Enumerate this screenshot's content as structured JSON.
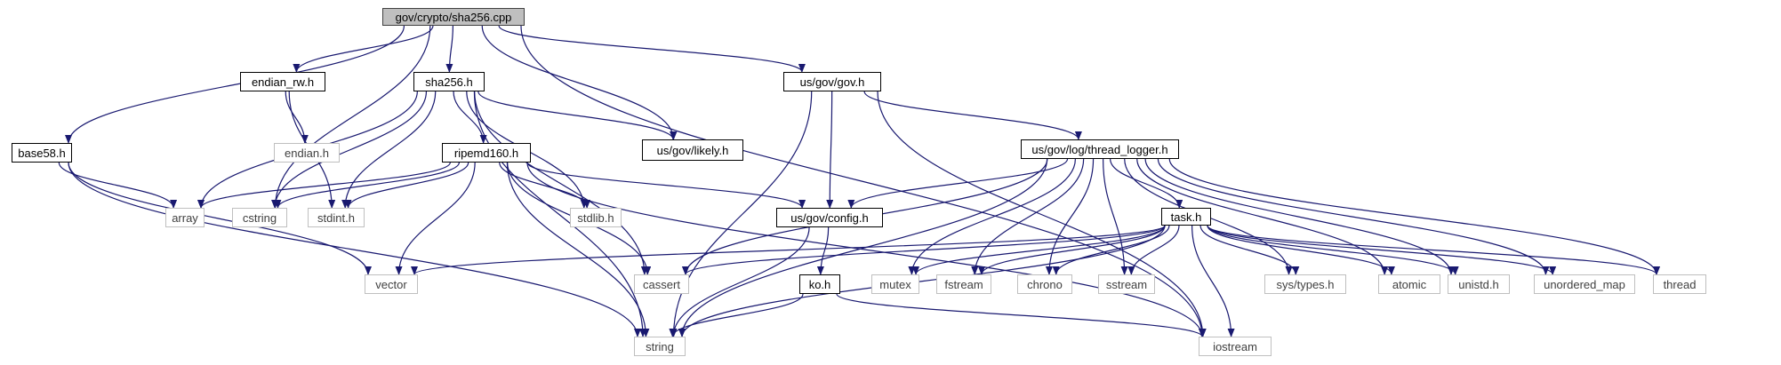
{
  "diagram": {
    "title": "",
    "colors": {
      "edge": "#191970",
      "header_border": "#000000",
      "system_border": "#bfbfbf",
      "system_text": "#404040",
      "root_fill": "#bfbfbf"
    },
    "nodes": [
      {
        "id": "root",
        "label": "gov/crypto/sha256.cpp",
        "kind": "root"
      },
      {
        "id": "endian_rw",
        "label": "endian_rw.h",
        "kind": "header"
      },
      {
        "id": "sha256",
        "label": "sha256.h",
        "kind": "header"
      },
      {
        "id": "gov",
        "label": "us/gov/gov.h",
        "kind": "header"
      },
      {
        "id": "base58",
        "label": "base58.h",
        "kind": "header"
      },
      {
        "id": "endian",
        "label": "endian.h",
        "kind": "system"
      },
      {
        "id": "ripemd160",
        "label": "ripemd160.h",
        "kind": "header"
      },
      {
        "id": "likely",
        "label": "us/gov/likely.h",
        "kind": "header"
      },
      {
        "id": "thread_logger",
        "label": "us/gov/log/thread_logger.h",
        "kind": "header"
      },
      {
        "id": "array",
        "label": "array",
        "kind": "system"
      },
      {
        "id": "cstring",
        "label": "cstring",
        "kind": "system"
      },
      {
        "id": "stdint",
        "label": "stdint.h",
        "kind": "system"
      },
      {
        "id": "stdlib",
        "label": "stdlib.h",
        "kind": "system"
      },
      {
        "id": "config",
        "label": "us/gov/config.h",
        "kind": "header"
      },
      {
        "id": "task",
        "label": "task.h",
        "kind": "header"
      },
      {
        "id": "vector",
        "label": "vector",
        "kind": "system"
      },
      {
        "id": "cassert",
        "label": "cassert",
        "kind": "system"
      },
      {
        "id": "ko",
        "label": "ko.h",
        "kind": "header"
      },
      {
        "id": "mutex",
        "label": "mutex",
        "kind": "system"
      },
      {
        "id": "fstream",
        "label": "fstream",
        "kind": "system"
      },
      {
        "id": "chrono",
        "label": "chrono",
        "kind": "system"
      },
      {
        "id": "sstream",
        "label": "sstream",
        "kind": "system"
      },
      {
        "id": "systypes",
        "label": "sys/types.h",
        "kind": "system"
      },
      {
        "id": "atomic",
        "label": "atomic",
        "kind": "system"
      },
      {
        "id": "unistd",
        "label": "unistd.h",
        "kind": "system"
      },
      {
        "id": "unordered_map",
        "label": "unordered_map",
        "kind": "system"
      },
      {
        "id": "thread",
        "label": "thread",
        "kind": "system"
      },
      {
        "id": "string",
        "label": "string",
        "kind": "system"
      },
      {
        "id": "iostream",
        "label": "iostream",
        "kind": "system"
      }
    ],
    "edges": [
      [
        "root",
        "base58"
      ],
      [
        "root",
        "cstring"
      ],
      [
        "root",
        "endian_rw"
      ],
      [
        "root",
        "sha256"
      ],
      [
        "root",
        "likely"
      ],
      [
        "root",
        "gov"
      ],
      [
        "root",
        "iostream"
      ],
      [
        "endian_rw",
        "endian"
      ],
      [
        "endian_rw",
        "stdint"
      ],
      [
        "sha256",
        "ripemd160"
      ],
      [
        "sha256",
        "likely"
      ],
      [
        "sha256",
        "array"
      ],
      [
        "sha256",
        "cstring"
      ],
      [
        "sha256",
        "stdint"
      ],
      [
        "sha256",
        "stdlib"
      ],
      [
        "sha256",
        "cassert"
      ],
      [
        "sha256",
        "string"
      ],
      [
        "base58",
        "array"
      ],
      [
        "base58",
        "vector"
      ],
      [
        "base58",
        "string"
      ],
      [
        "ripemd160",
        "array"
      ],
      [
        "ripemd160",
        "cstring"
      ],
      [
        "ripemd160",
        "stdint"
      ],
      [
        "ripemd160",
        "stdlib"
      ],
      [
        "ripemd160",
        "config"
      ],
      [
        "ripemd160",
        "vector"
      ],
      [
        "ripemd160",
        "cassert"
      ],
      [
        "ripemd160",
        "string"
      ],
      [
        "ripemd160",
        "iostream"
      ],
      [
        "gov",
        "thread_logger"
      ],
      [
        "gov",
        "config"
      ],
      [
        "gov",
        "string"
      ],
      [
        "gov",
        "iostream"
      ],
      [
        "thread_logger",
        "config"
      ],
      [
        "thread_logger",
        "task"
      ],
      [
        "thread_logger",
        "cassert"
      ],
      [
        "thread_logger",
        "mutex"
      ],
      [
        "thread_logger",
        "fstream"
      ],
      [
        "thread_logger",
        "chrono"
      ],
      [
        "thread_logger",
        "sstream"
      ],
      [
        "thread_logger",
        "systypes"
      ],
      [
        "thread_logger",
        "atomic"
      ],
      [
        "thread_logger",
        "unistd"
      ],
      [
        "thread_logger",
        "unordered_map"
      ],
      [
        "thread_logger",
        "thread"
      ],
      [
        "thread_logger",
        "string"
      ],
      [
        "config",
        "ko"
      ],
      [
        "config",
        "string"
      ],
      [
        "task",
        "vector"
      ],
      [
        "task",
        "cassert"
      ],
      [
        "task",
        "mutex"
      ],
      [
        "task",
        "fstream"
      ],
      [
        "task",
        "chrono"
      ],
      [
        "task",
        "sstream"
      ],
      [
        "task",
        "systypes"
      ],
      [
        "task",
        "atomic"
      ],
      [
        "task",
        "unistd"
      ],
      [
        "task",
        "unordered_map"
      ],
      [
        "task",
        "thread"
      ],
      [
        "task",
        "string"
      ],
      [
        "task",
        "iostream"
      ],
      [
        "ko",
        "string"
      ],
      [
        "ko",
        "iostream"
      ]
    ]
  }
}
